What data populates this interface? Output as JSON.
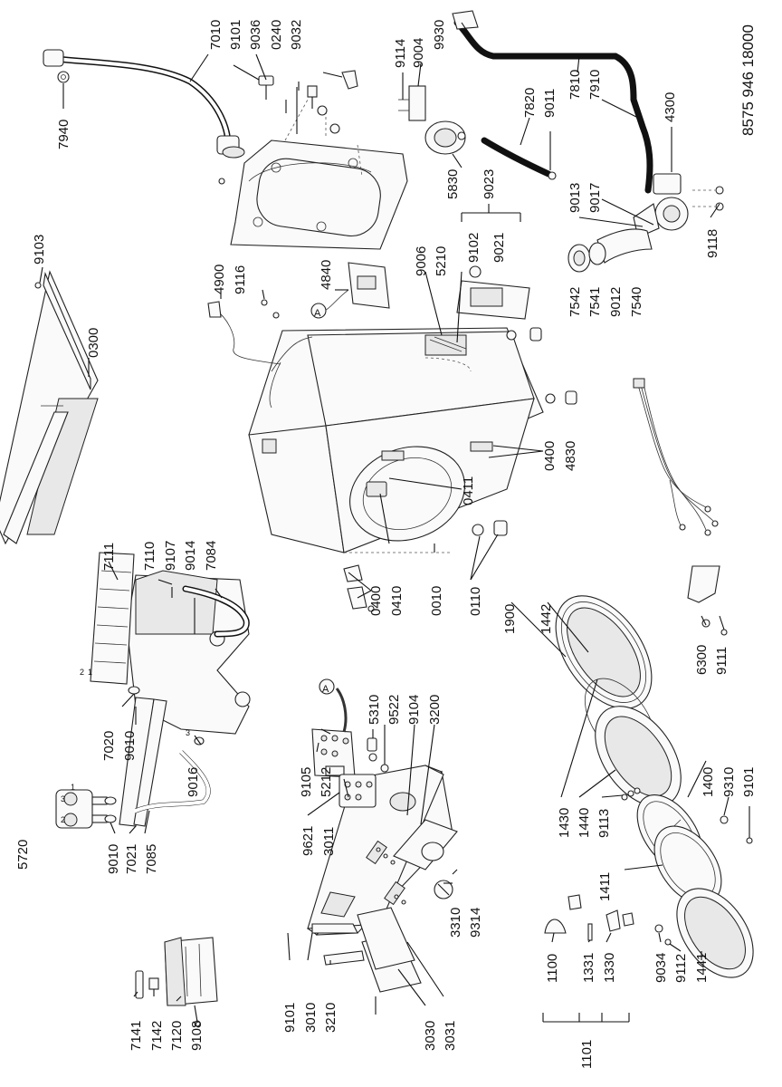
{
  "document_number": "8575 946 18000",
  "callout_a": "A",
  "labels": {
    "p7940": "7940",
    "p7010": "7010",
    "p9101a": "9101",
    "p9036": "9036",
    "p0240": "0240",
    "p9032": "9032",
    "p9114": "9114",
    "p9004": "9004",
    "p9930": "9930",
    "p7820": "7820",
    "p9011": "9011",
    "p7810": "7810",
    "p7910": "7910",
    "p4300": "4300",
    "p9103": "9103",
    "p0300": "0300",
    "p5830": "5830",
    "p9023": "9023",
    "p9102": "9102",
    "p9021": "9021",
    "p9013": "9013",
    "p9017": "9017",
    "p9118": "9118",
    "p4900": "4900",
    "p9116": "9116",
    "p4840": "4840",
    "p9006": "9006",
    "p5210": "5210",
    "p7542": "7542",
    "p7541": "7541",
    "p9012": "9012",
    "p7540": "7540",
    "p0400a": "0400",
    "p4830": "4830",
    "p0411": "0411",
    "p7111": "7111",
    "p7110": "7110",
    "p9107": "9107",
    "p9014": "9014",
    "p7084": "7084",
    "p0400b": "0400",
    "p0410": "0410",
    "p0010": "0010",
    "p0110": "0110",
    "p1900": "1900",
    "p1442": "1442",
    "p6300": "6300",
    "p9111": "9111",
    "p7020": "7020",
    "p9010a": "9010",
    "p9016": "9016",
    "p9105": "9105",
    "p5212": "5212",
    "p5310": "5310",
    "p9522": "9522",
    "p9104": "9104",
    "p3200": "3200",
    "p5720": "5720",
    "p9010b": "9010",
    "p7021": "7021",
    "p7085": "7085",
    "p9621": "9621",
    "p3011": "3011",
    "p1430": "1430",
    "p1440": "1440",
    "p9113": "9113",
    "p1400": "1400",
    "p9310": "9310",
    "p9101b": "9101",
    "p1411": "1411",
    "p3310": "3310",
    "p9314": "9314",
    "p1100": "1100",
    "p1331": "1331",
    "p1330": "1330",
    "p9034": "9034",
    "p9112": "9112",
    "p1441": "1441",
    "p1101": "1101",
    "p7141": "7141",
    "p7142": "7142",
    "p7120": "7120",
    "p9108": "9108",
    "p9101c": "9101",
    "p3010": "3010",
    "p3210": "3210",
    "p3030": "3030",
    "p3031": "3031"
  },
  "small_numbers": {
    "n1": "1",
    "n2": "2",
    "n3": "3"
  }
}
